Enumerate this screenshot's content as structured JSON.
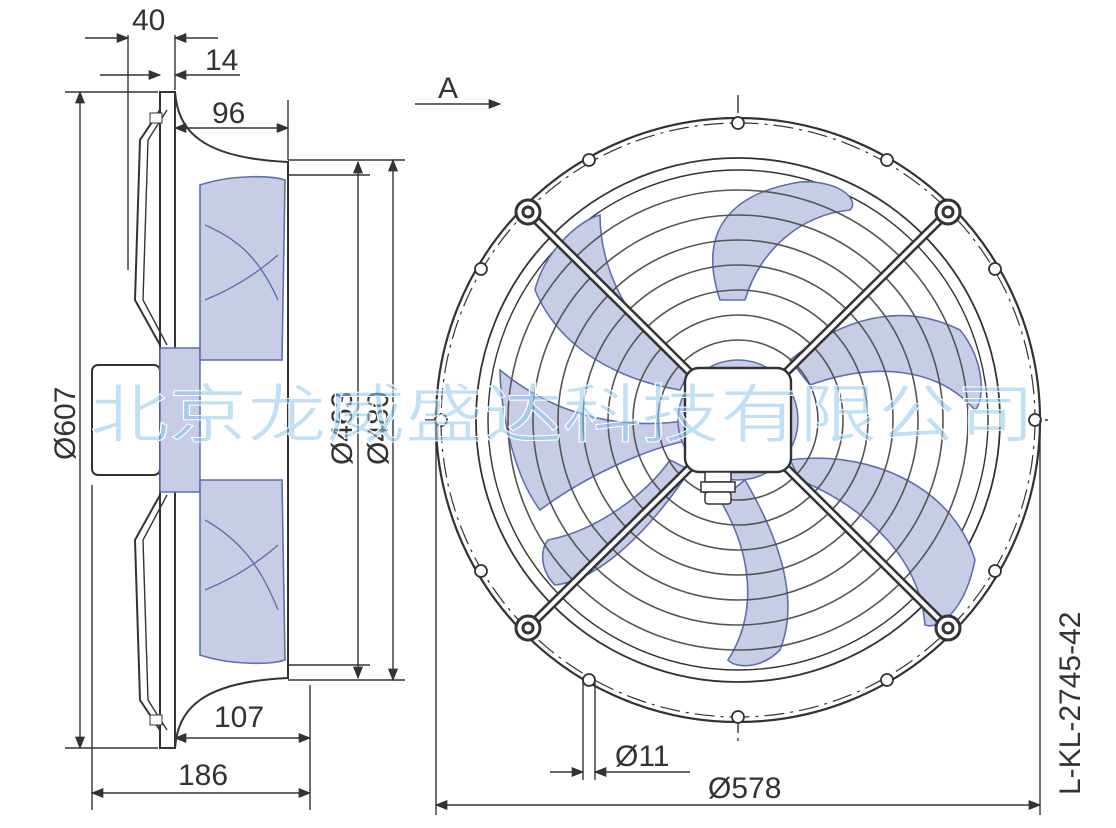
{
  "side_view": {
    "dim_40": "40",
    "dim_14": "14",
    "dim_96": "96",
    "dim_607": "Ø607",
    "dim_463": "Ø463",
    "dim_480": "Ø480",
    "dim_107": "107",
    "dim_186": "186"
  },
  "front_view": {
    "view_arrow_label": "A",
    "dim_11": "Ø11",
    "dim_578": "Ø578",
    "drawing_code": "L-KL-2745-42"
  },
  "watermark": "北京龙威盛达科技有限公司",
  "colors": {
    "blade_fill": "#c8cde6",
    "blade_edge": "#5c6fb0",
    "line": "#333333",
    "watermark": "#8cc7ee"
  }
}
